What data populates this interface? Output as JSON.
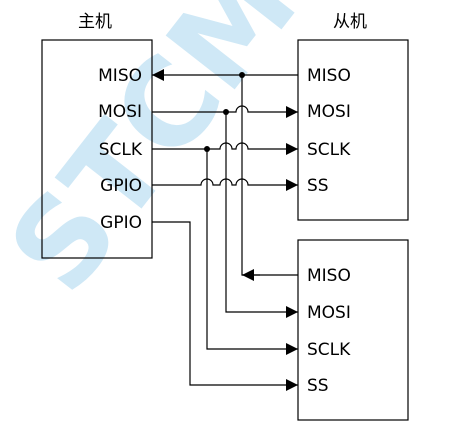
{
  "watermark": "STCMCU",
  "master": {
    "title": "主机",
    "pins": [
      "MISO",
      "MOSI",
      "SCLK",
      "GPIO",
      "GPIO"
    ]
  },
  "slave1": {
    "title": "从机",
    "pins": [
      "MISO",
      "MOSI",
      "SCLK",
      "SS"
    ]
  },
  "slave2": {
    "pins": [
      "MISO",
      "MOSI",
      "SCLK",
      "SS"
    ]
  }
}
